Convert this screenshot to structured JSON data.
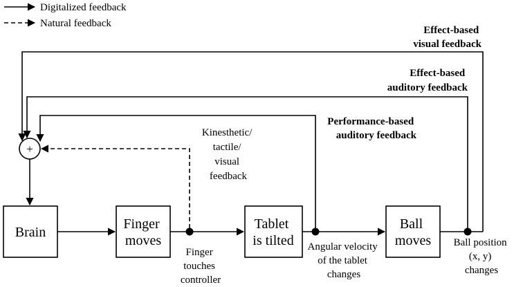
{
  "legend": {
    "digital": "Digitalized feedback",
    "natural": "Natural feedback"
  },
  "summer_symbol": "+",
  "boxes": {
    "brain": [
      "Brain"
    ],
    "finger": [
      "Finger",
      "moves"
    ],
    "tablet": [
      "Tablet",
      "is tilted"
    ],
    "ball": [
      "Ball",
      "moves"
    ]
  },
  "node_labels": {
    "finger_touch": [
      "Finger",
      "touches",
      "controller"
    ],
    "angular": [
      "Angular velocity",
      "of the tablet",
      "changes"
    ],
    "ball_pos": [
      "Ball position",
      "(x, y)",
      "changes"
    ]
  },
  "feedback_labels": {
    "kinesthetic": [
      "Kinesthetic/",
      "tactile/",
      "visual",
      "feedback"
    ],
    "effect_visual": [
      "Effect-based",
      "visual feedback"
    ],
    "effect_auditory": [
      "Effect-based",
      "auditory feedback"
    ],
    "performance_auditory": [
      "Performance-based",
      "auditory feedback"
    ]
  }
}
